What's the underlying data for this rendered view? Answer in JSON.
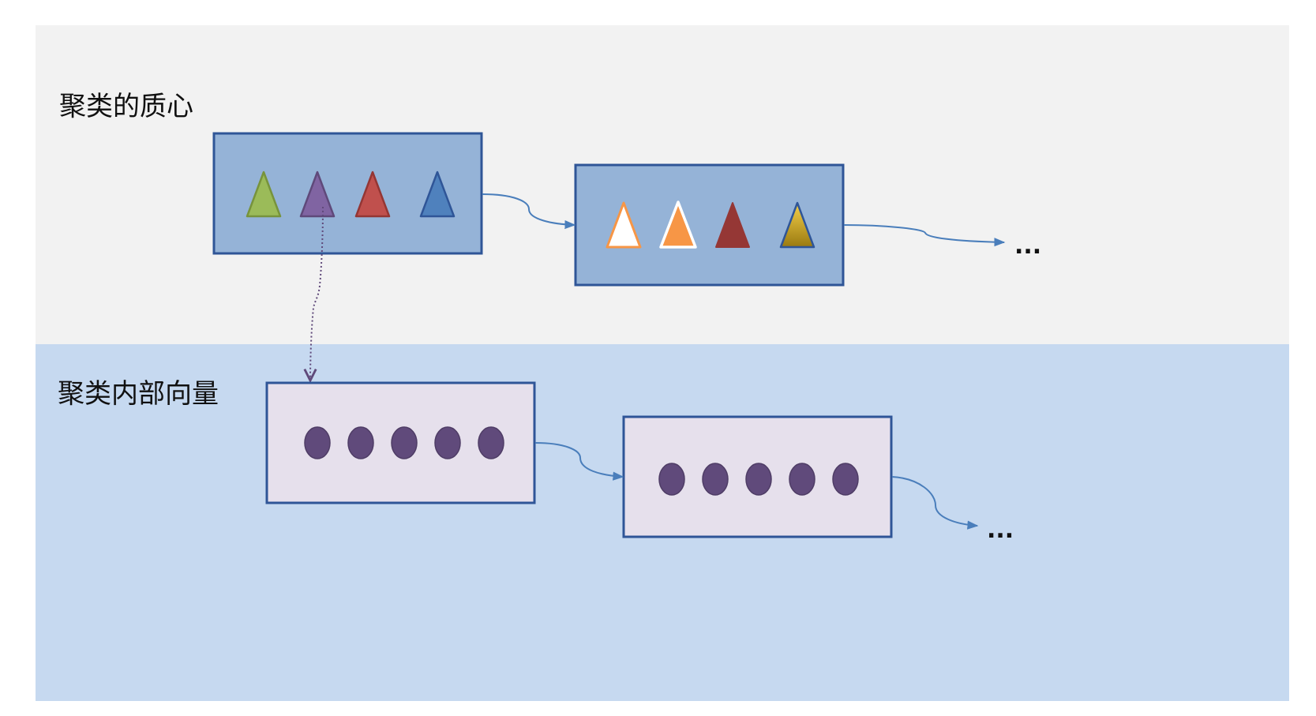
{
  "sections": {
    "centroids": {
      "label": "聚类的质心",
      "background": "#f2f2f2"
    },
    "vectors": {
      "label": "聚类内部向量",
      "background": "#c6d9f0"
    }
  },
  "centroid_blocks": [
    {
      "fill": "#95b3d7",
      "border": "#2f5597",
      "triangles": [
        {
          "fill": "#9bbb59",
          "stroke": "#77933c"
        },
        {
          "fill": "#8064a2",
          "stroke": "#5f497a"
        },
        {
          "fill": "#c0504d",
          "stroke": "#943634"
        },
        {
          "fill": "#4f81bd",
          "stroke": "#2f5597"
        }
      ]
    },
    {
      "fill": "#95b3d7",
      "border": "#2f5597",
      "triangles": [
        {
          "fill": "#ffffff",
          "stroke": "#f79646"
        },
        {
          "fill": "#f79646",
          "stroke": "#ffffff"
        },
        {
          "fill": "#953735",
          "stroke": "#953735"
        },
        {
          "fill": "gold-gradient",
          "stroke": "#2f5597"
        }
      ]
    }
  ],
  "vector_blocks": [
    {
      "fill": "#e6e0ec",
      "border": "#2f5597",
      "dot_count": 5,
      "dot_color": "#604a7b"
    },
    {
      "fill": "#e6e0ec",
      "border": "#2f5597",
      "dot_count": 5,
      "dot_color": "#604a7b"
    }
  ],
  "continuation": {
    "top": "...",
    "bottom": "..."
  },
  "colors": {
    "arrow": "#4a7ebb",
    "pointer": "#5f497a"
  }
}
